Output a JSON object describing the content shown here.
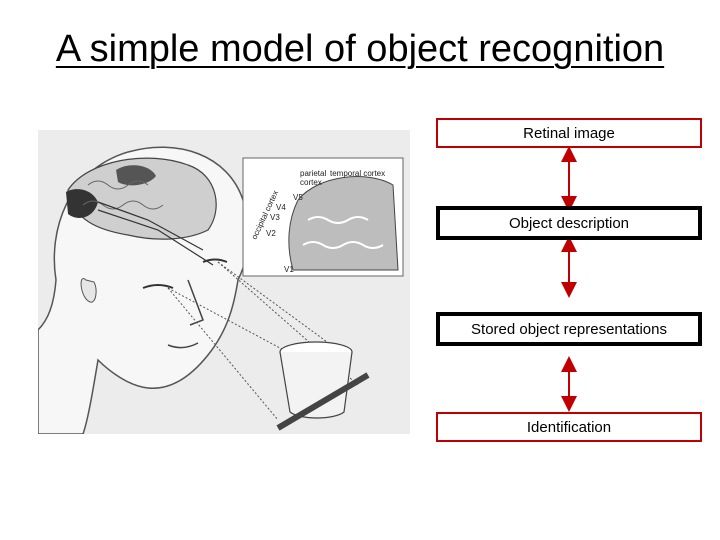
{
  "title": "A simple model of object recognition",
  "figure": {
    "labels": {
      "parietal": "parietal",
      "temporal_cortex": "temporal cortex",
      "cortex": "cortex",
      "occipital_cortex": "occipital cortex",
      "v5": "V5",
      "v4": "V4",
      "v3": "V3",
      "v2": "V2",
      "v1": "V1"
    }
  },
  "flow": {
    "boxes": [
      {
        "label": "Retinal image",
        "style": "red"
      },
      {
        "label": "Object description",
        "style": "black"
      },
      {
        "label": "Stored object representations",
        "style": "black"
      },
      {
        "label": "Identification",
        "style": "red"
      }
    ],
    "colors": {
      "red_border": "#c00000",
      "black_border": "#000000",
      "arrow": "#c00000"
    }
  }
}
